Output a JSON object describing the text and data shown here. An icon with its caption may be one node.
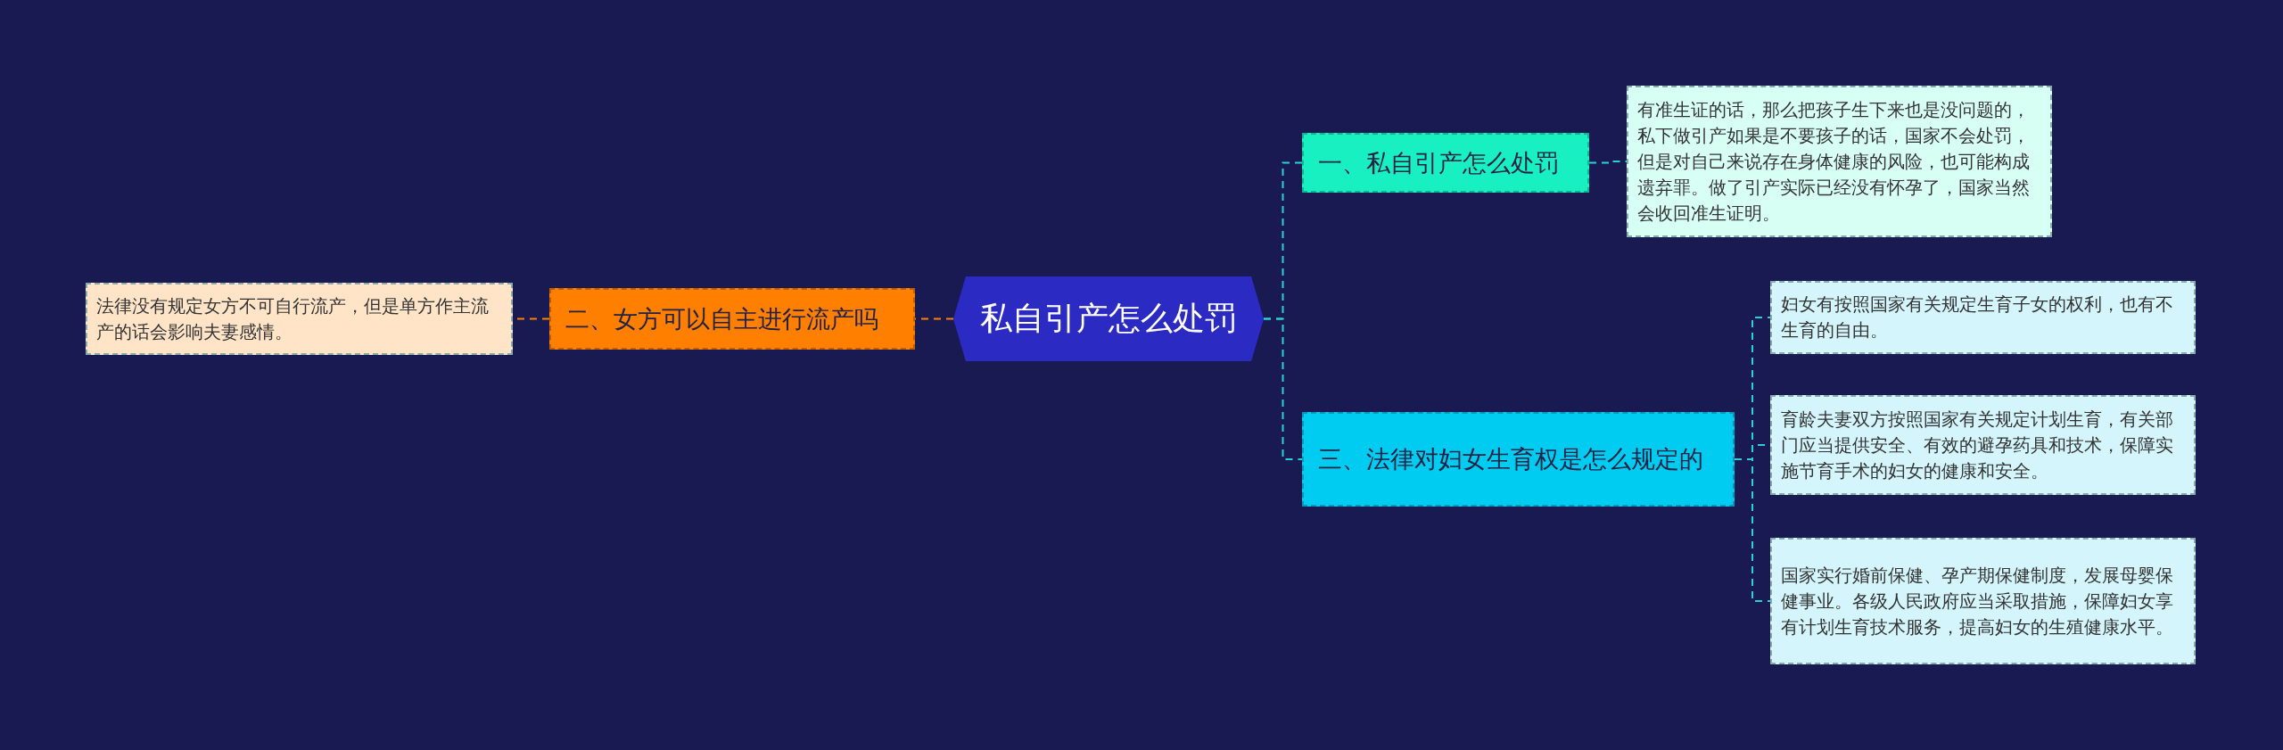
{
  "diagram": {
    "nodes": [
      {
        "text": [
          "私自引产怎么处罚"
        ]
      },
      {
        "text": [
          "一、私自引产怎么处罚"
        ]
      },
      {
        "text": [
          "有准生证的话，那么把孩子生下来也是没问题的，私下做引产如果是不要孩子的话，国家不会处罚，但是对自己来说存在身体健康的风险，也可能构成遗弃罪。做了引产实际已经没有怀孕了，国家当然会收回准生证明。"
        ]
      },
      {
        "text": [
          "二、女方可以自主进行流产吗"
        ]
      },
      {
        "text": [
          "法律没有规定女方不可自行流产，但是单方作主流产的话会影响夫妻感情。"
        ]
      },
      {
        "text": [
          "三、法律对妇女生育权是怎么规定的"
        ]
      },
      {
        "text": [
          "妇女有按照国家有关规定生育子女的权利，也有不生育的自由。"
        ]
      },
      {
        "text": [
          "育龄夫妻双方按照国家有关规定计划生育，有关部门应当提供安全、有效的避孕药具和技术，保障实施节育手术的妇女的健康和安全。"
        ]
      },
      {
        "text": [
          "国家实行婚前保健、孕产期保健制度，发展母婴保健事业。各级人民政府应当采取措施，保障妇女享有计划生育技术服务，提高妇女的生殖健康水平。"
        ]
      }
    ],
    "edges": [
      {
        "from": 0,
        "to": 1,
        "arrow": "none"
      },
      {
        "from": 1,
        "to": 2,
        "arrow": "none"
      },
      {
        "from": 0,
        "to": 3,
        "arrow": "none",
        "color": "#ff7f00"
      },
      {
        "from": 3,
        "to": 4,
        "arrow": "none",
        "color": "#ff7f00"
      },
      {
        "from": 0,
        "to": 5,
        "arrow": "none"
      },
      {
        "from": 5,
        "to": 6,
        "arrow": "none"
      },
      {
        "from": 5,
        "to": 7,
        "arrow": "none"
      },
      {
        "from": 5,
        "to": 8,
        "arrow": "none"
      }
    ]
  }
}
